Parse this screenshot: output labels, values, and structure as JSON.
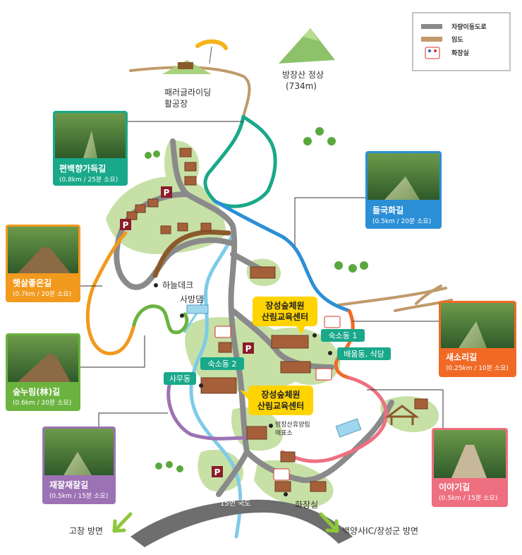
{
  "legend": {
    "road_label": "차량이동도로",
    "forest_road_label": "임도",
    "restroom_label": "화장실",
    "road_color": "#8a8a8a",
    "forest_road_color": "#c09a6a"
  },
  "landmarks": {
    "paragliding": "패러글라이딩",
    "paragliding2": "활공장",
    "summit": "방장산 정상",
    "summit_elev": "(734m)",
    "sky_deck": "하늘데크",
    "sabang_dam": "사방댐",
    "center_top_1": "장성숲체원",
    "center_top_2": "산림교육센터",
    "center_mid_1": "장성숲체원",
    "center_mid_2": "산림교육센터",
    "lodge1": "숙소동 1",
    "lodge2": "숙소동 2",
    "dining": "배움동, 식당",
    "office": "사무동",
    "store_1": "방장산휴양림",
    "store_2": "매표소",
    "restroom": "화장실",
    "route15": "15번 국도",
    "dir_left": "고창 방면",
    "dir_right": "백양사IC/장성군 방면"
  },
  "trails": [
    {
      "name": "편백향가득길",
      "info": "(0.8km / 25분 소요)",
      "color": "#19a88a"
    },
    {
      "name": "들국화길",
      "info": "(0.5km / 20분 소요)",
      "color": "#2b8fd6"
    },
    {
      "name": "햇살좋은길",
      "info": "(0.7km / 20분 소요)",
      "color": "#f29a1e"
    },
    {
      "name": "숲누림(林)길",
      "info": "(0.6km / 20분 소요)",
      "color": "#6bb33f"
    },
    {
      "name": "새소리길",
      "info": "(0.25km / 10분 소요)",
      "color": "#f06a26"
    },
    {
      "name": "재잘재잘길",
      "info": "(0.5km / 15분 소요)",
      "color": "#9d72b4"
    },
    {
      "name": "이야기길",
      "info": "(0.5km / 15분 소요)",
      "color": "#ee6f80"
    }
  ],
  "parking_label": "P"
}
